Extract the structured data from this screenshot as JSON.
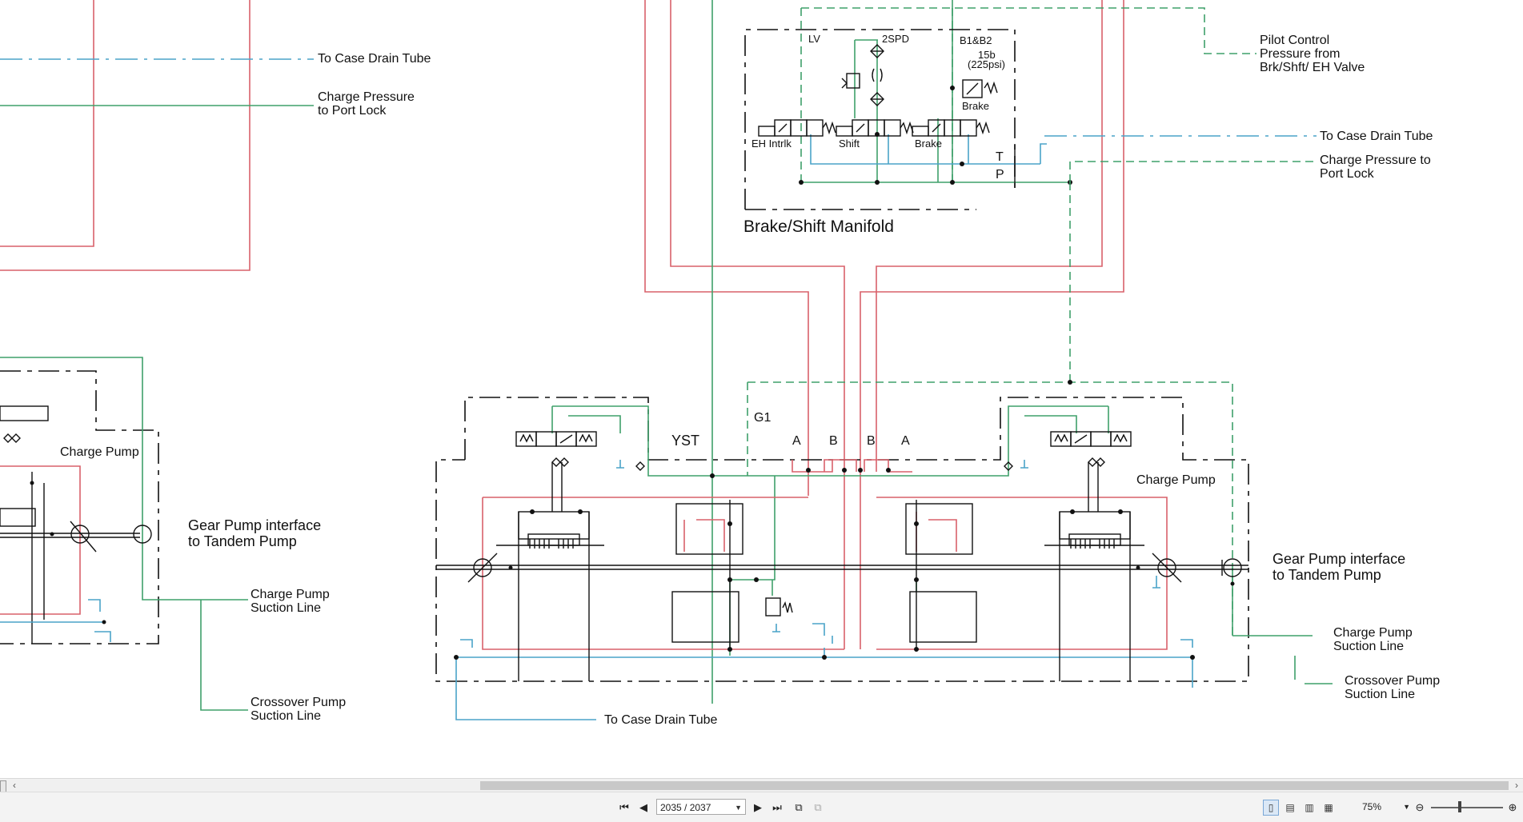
{
  "labels": {
    "to_case_drain_top_left": "To Case Drain Tube",
    "charge_pressure_left_1": "Charge Pressure",
    "charge_pressure_left_2": "to Port Lock",
    "charge_pump_left": "Charge Pump",
    "gear_pump_left_1": "Gear Pump interface",
    "gear_pump_left_2": "to Tandem Pump",
    "charge_suction_left_1": "Charge Pump",
    "charge_suction_left_2": "Suction Line",
    "crossover_left_1": "Crossover Pump",
    "crossover_left_2": "Suction Line",
    "lv": "LV",
    "spd2": "2SPD",
    "b1b2": "B1&B2",
    "lb15": "15b",
    "psi225": "(225psi)",
    "brake_small": "Brake",
    "eh_intrlk": "EH Intrlk",
    "shift": "Shift",
    "brake": "Brake",
    "t_port": "T",
    "p_port": "P",
    "manifold_title": "Brake/Shift Manifold",
    "pilot_1": "Pilot Control",
    "pilot_2": "Pressure from",
    "pilot_3": "Brk/Shft/ EH Valve",
    "to_case_drain_right": "To Case Drain Tube",
    "charge_pressure_right_1": "Charge Pressure to",
    "charge_pressure_right_2": "Port Lock",
    "yst": "YST",
    "g1": "G1",
    "port_a1": "A",
    "port_b1": "B",
    "port_b2": "B",
    "port_a2": "A",
    "charge_pump_right": "Charge Pump",
    "gear_pump_right_1": "Gear Pump interface",
    "gear_pump_right_2": "to Tandem Pump",
    "charge_suction_right_1": "Charge Pump",
    "charge_suction_right_2": "Suction Line",
    "crossover_right_1": "Crossover Pump",
    "crossover_right_2": "Suction Line",
    "to_case_drain_bottom": "To Case Drain Tube"
  },
  "toolbar": {
    "page_indicator": "2035 / 2037",
    "zoom_level": "75%"
  },
  "colors": {
    "pressure_line": "#d9606a",
    "charge_line": "#3fa06a",
    "drain_line": "#4aa3c8",
    "boundary": "#111111"
  }
}
